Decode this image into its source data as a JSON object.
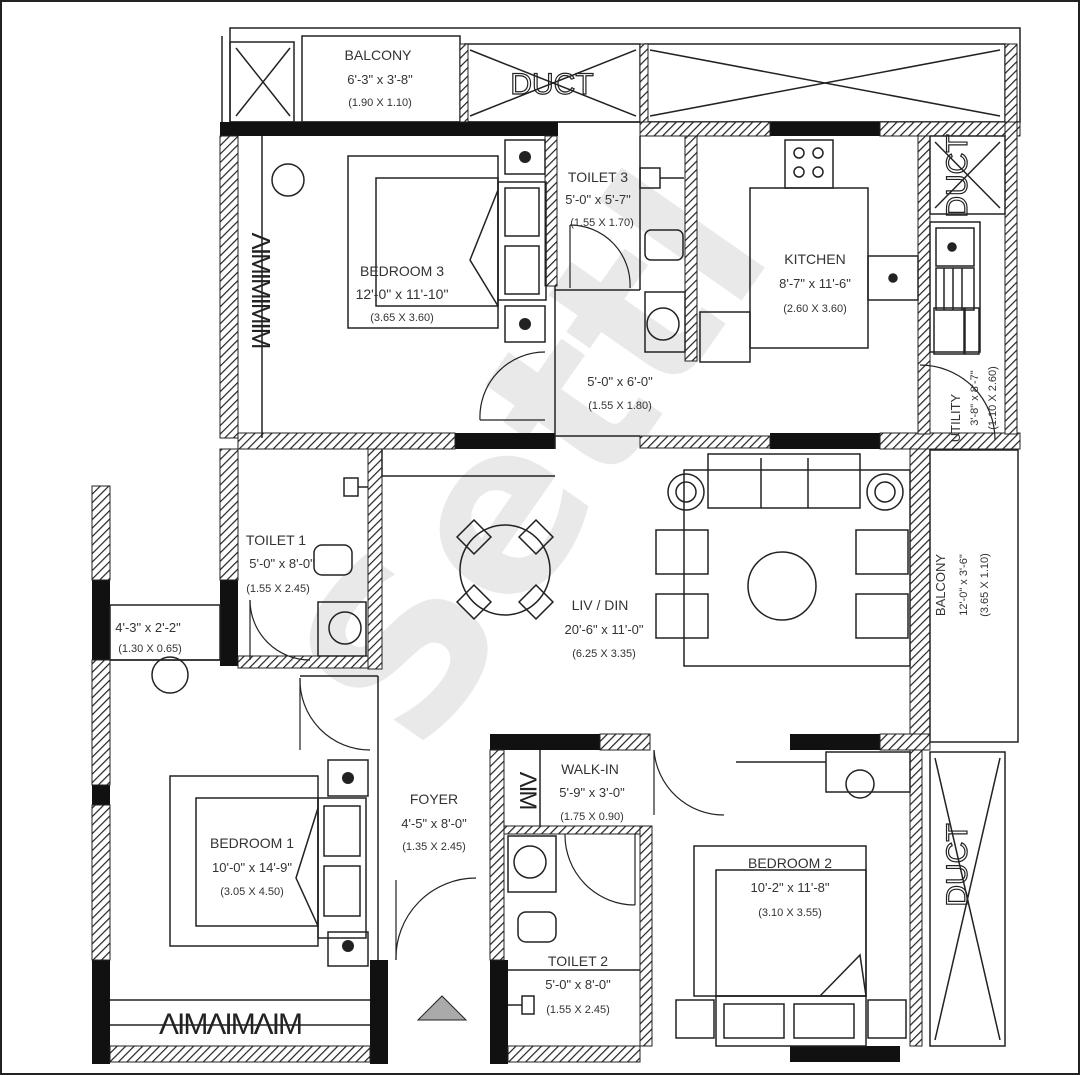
{
  "plan": {
    "watermark": "Settl",
    "entrance_marker": "entry-arrow"
  },
  "rooms": {
    "balcony_top": {
      "name": "BALCONY",
      "imperial": "6'-3\" x 3'-8\"",
      "metric": "(1.90 X 1.10)"
    },
    "duct_top": {
      "name": "DUCT"
    },
    "duct_right_top": {
      "name": "DUCT"
    },
    "duct_right_bottom": {
      "name": "DUCT"
    },
    "bedroom3": {
      "name": "BEDROOM 3",
      "imperial": "12'-0\" x 11'-10\"",
      "metric": "(3.65 X 3.60)"
    },
    "toilet3": {
      "name": "TOILET 3",
      "imperial": "5'-0\" x 5'-7\"",
      "metric": "(1.55 X 1.70)"
    },
    "kitchen": {
      "name": "KITCHEN",
      "imperial": "8'-7\" x 11'-6\"",
      "metric": "(2.60 X 3.60)"
    },
    "utility": {
      "name": "UTILITY",
      "imperial": "3'-8\" x 8'-7\"",
      "metric": "(1.10 X 2.60)"
    },
    "passage": {
      "imperial": "5'-0\" x 6'-0\"",
      "metric": "(1.55 X 1.80)"
    },
    "toilet1": {
      "name": "TOILET 1",
      "imperial": "5'-0\" x 8'-0\"",
      "metric": "(1.55 X 2.45)"
    },
    "balcony_left": {
      "imperial": "4'-3\" x 2'-2\"",
      "metric": "(1.30 X 0.65)"
    },
    "liv_din": {
      "name": "LIV / DIN",
      "imperial": "20'-6\" x 11'-0\"",
      "metric": "(6.25 X 3.35)"
    },
    "balcony_right": {
      "name": "BALCONY",
      "imperial": "12'-0\" x 3'-6\"",
      "metric": "(3.65 X 1.10)"
    },
    "bedroom1": {
      "name": "BEDROOM 1",
      "imperial": "10'-0\" x 14'-9\"",
      "metric": "(3.05 X 4.50)"
    },
    "foyer": {
      "name": "FOYER",
      "imperial": "4'-5\" x 8'-0\"",
      "metric": "(1.35 X 2.45)"
    },
    "walkin": {
      "name": "WALK-IN",
      "imperial": "5'-9\" x 3'-0\"",
      "metric": "(1.75 X 0.90)"
    },
    "toilet2": {
      "name": "TOILET 2",
      "imperial": "5'-0\" x 8'-0\"",
      "metric": "(1.55 X 2.45)"
    },
    "bedroom2": {
      "name": "BEDROOM 2",
      "imperial": "10'-2\" x 11'-8\"",
      "metric": "(3.10 X 3.55)"
    }
  },
  "colors": {
    "wall": "#111111",
    "line": "#222222",
    "text": "#333333",
    "watermark": "#e9e9e9",
    "entry": "#aaaaaa"
  }
}
